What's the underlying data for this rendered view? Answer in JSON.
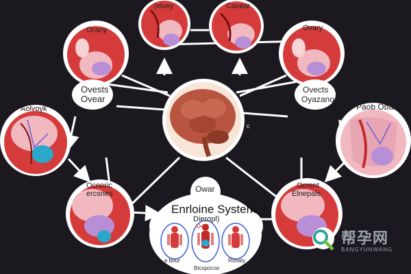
{
  "labels": {
    "top_left": "(elvey",
    "top_right": "Cavear",
    "upper_left": "Orany",
    "upper_right": "Ovary",
    "left_bubble_1": "Ovests",
    "left_bubble_2": "Ovear",
    "right_bubble_1": "Ovects",
    "right_bubble_2": "Oyazano",
    "far_left": "Aolvoyk",
    "far_right": "Paob Obal",
    "center_small": "c",
    "bottom_left_1": "Ocnoric",
    "bottom_left_2": "ercsnes",
    "bottom_right_1": "Ocrent",
    "bottom_right_2": "Elnepais",
    "bottom_center_top": "Owar",
    "bottom_center_title": "Enrloine System",
    "bottom_center_sub": "Dieropl)",
    "bottom_center_tag": "D•P5",
    "figure_left": "e bour",
    "figure_mid": "Bicopocoo",
    "figure_right": "Ronaty"
  },
  "watermark": {
    "cn": "帮孕网",
    "en": "BANGYUNWANG"
  },
  "colors": {
    "background": "#1c1820",
    "organ_red": "#d63b3b",
    "organ_pink": "#f2b8c0",
    "organ_purple": "#b88fd6",
    "brain": "#b8543f",
    "arrow": "#ffffff"
  }
}
